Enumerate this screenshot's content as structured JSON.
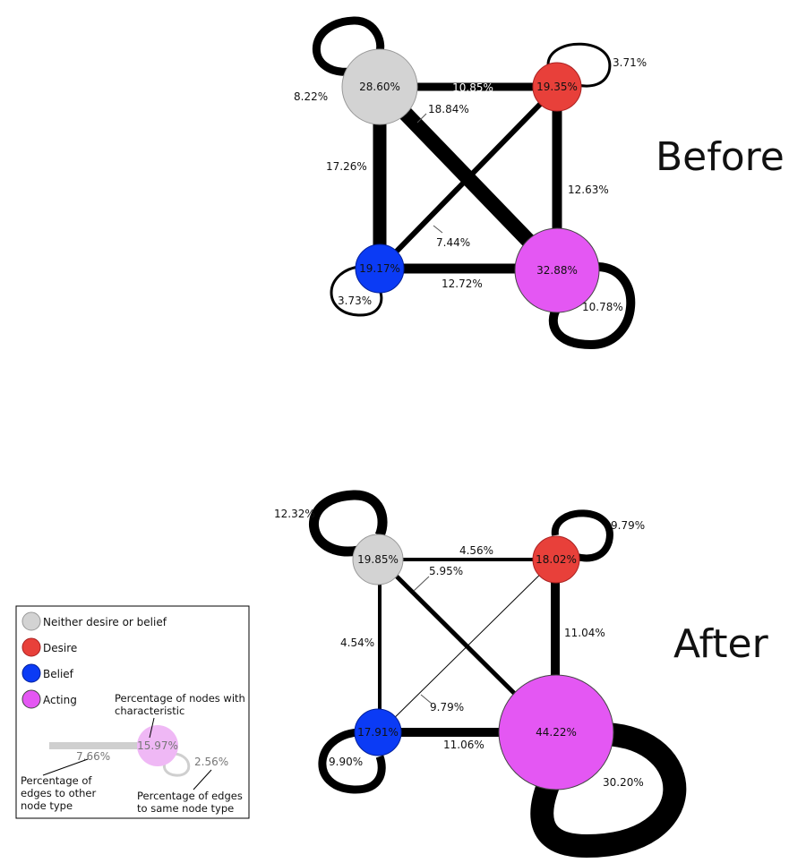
{
  "colors": {
    "neither": "#d3d3d3",
    "desire": "#e8403a",
    "belief": "#0b3bf5",
    "acting": "#e457f3",
    "edge": "#000000"
  },
  "before": {
    "title": "Before",
    "nodes": {
      "neither": "28.60%",
      "desire": "19.35%",
      "belief": "19.17%",
      "acting": "32.88%"
    },
    "edges": {
      "neither_desire": "10.85%",
      "neither_acting": "18.84%",
      "neither_belief": "17.26%",
      "desire_acting": "12.63%",
      "desire_belief": "7.44%",
      "belief_acting": "12.72%"
    },
    "loops": {
      "neither": "8.22%",
      "desire": "3.71%",
      "belief": "3.73%",
      "acting": "10.78%"
    }
  },
  "after": {
    "title": "After",
    "nodes": {
      "neither": "19.85%",
      "desire": "18.02%",
      "belief": "17.91%",
      "acting": "44.22%"
    },
    "edges": {
      "neither_desire": "4.56%",
      "neither_acting": "5.95%",
      "neither_belief": "4.54%",
      "desire_acting": "11.04%",
      "desire_belief": "9.79%",
      "belief_acting": "11.06%"
    },
    "loops": {
      "neither": "12.32%",
      "desire": "9.79%",
      "belief": "9.90%",
      "acting": "30.20%"
    }
  },
  "legend": {
    "neither": "Neither desire or belief",
    "desire": "Desire",
    "belief": "Belief",
    "acting": "Acting",
    "example_node": "15.97%",
    "example_edge": "7.66%",
    "example_loop": "2.56%",
    "note_nodes_1": "Percentage of nodes with",
    "note_nodes_2": "characteristic",
    "note_edges_other_1": "Percentage of",
    "note_edges_other_2": "edges to other",
    "note_edges_other_3": "node type",
    "note_edges_same_1": "Percentage of edges",
    "note_edges_same_2": "to same node type"
  }
}
